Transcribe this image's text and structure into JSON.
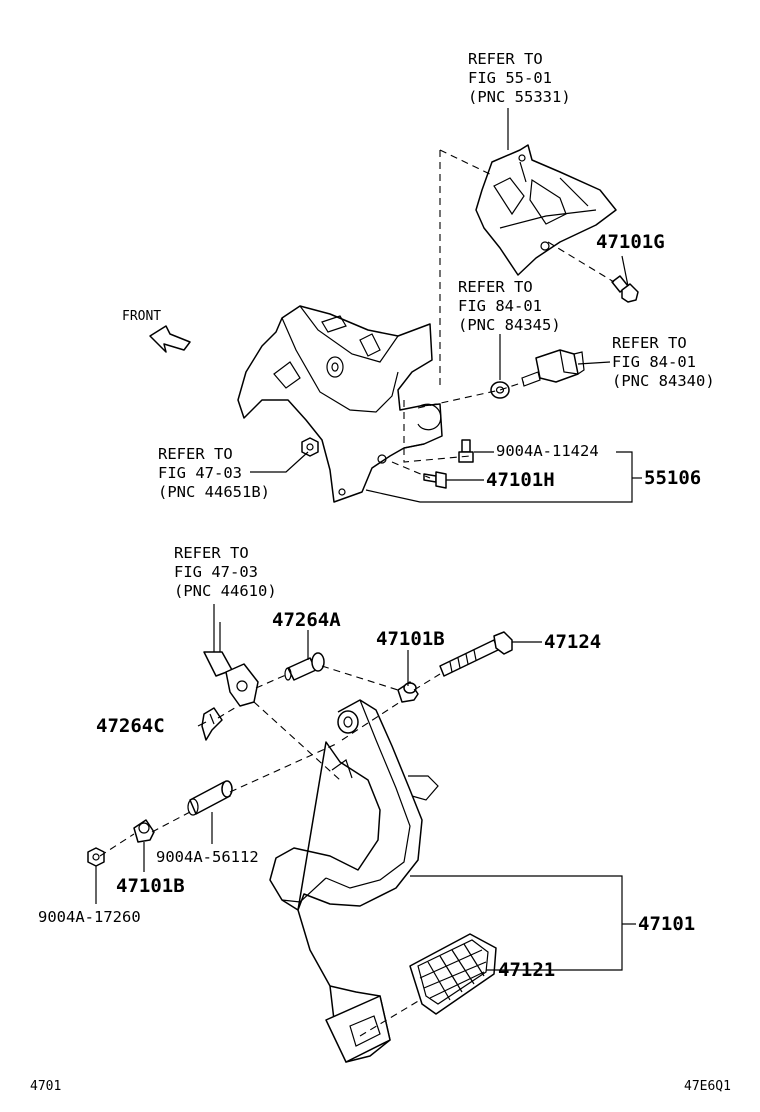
{
  "refs": {
    "fig5501": [
      "REFER TO",
      "FIG 55-01",
      "(PNC 55331)"
    ],
    "fig8401a": [
      "REFER TO",
      "FIG 84-01",
      "(PNC 84345)"
    ],
    "fig8401b": [
      "REFER TO",
      "FIG 84-01",
      "(PNC 84340)"
    ],
    "fig4703a": [
      "REFER TO",
      "FIG 47-03",
      "(PNC 44651B)"
    ],
    "fig4703b": [
      "REFER TO",
      "FIG 47-03",
      "(PNC 44610)"
    ]
  },
  "parts": {
    "p47101G": "47101G",
    "p9004A11424": "9004A-11424",
    "p47101H": "47101H",
    "p55106": "55106",
    "p47264A": "47264A",
    "p47101B_top": "47101B",
    "p47124": "47124",
    "p47264C": "47264C",
    "p9004A56112": "9004A-56112",
    "p47101B_bottom": "47101B",
    "p9004A17260": "9004A-17260",
    "p47101": "47101",
    "p47121": "47121"
  },
  "front_label": "FRONT",
  "footer": {
    "left": "4701",
    "right": "47E6Q1"
  }
}
